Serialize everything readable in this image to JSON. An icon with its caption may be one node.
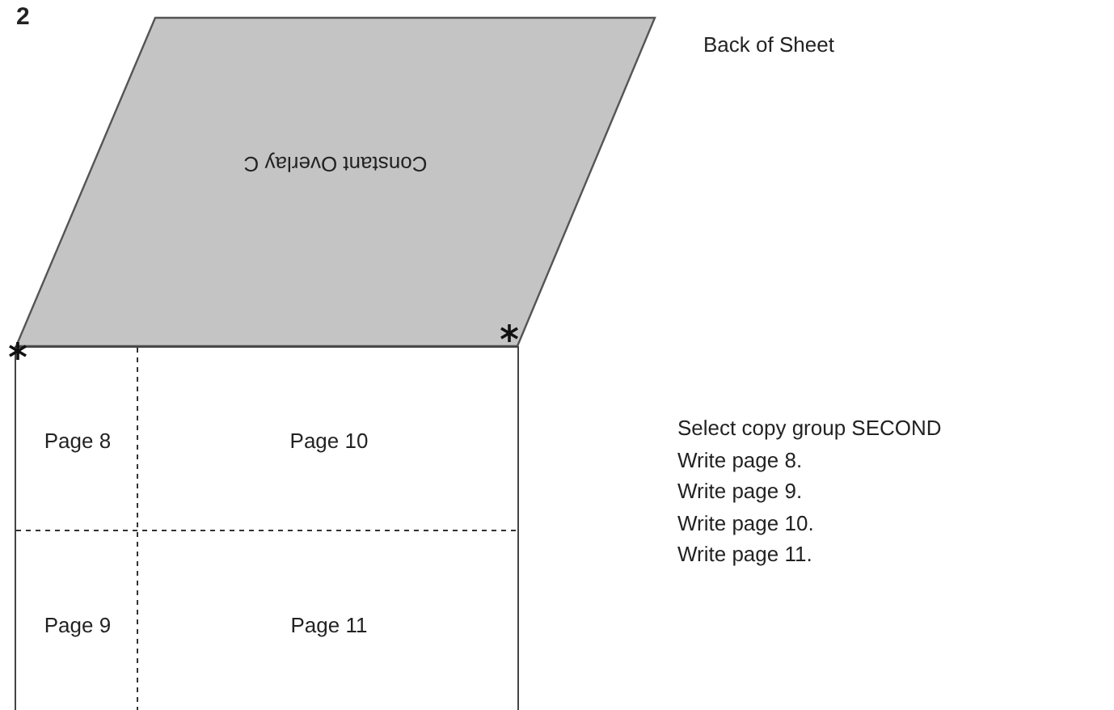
{
  "diagram": {
    "nodes": [
      {
        "text": [
          "Constant Overlay C"
        ]
      },
      {
        "text": [],
        "shape": "box"
      },
      {
        "text": [
          "Page 8"
        ],
        "in": 1
      },
      {
        "text": [
          "Page 10"
        ],
        "in": 1
      },
      {
        "text": [
          "Page 9"
        ],
        "in": 1
      },
      {
        "text": [
          "Page 11"
        ],
        "in": 1
      }
    ],
    "labels": [
      "2",
      "Back of Sheet",
      "Select copy group SECOND",
      "Write page 8.",
      "Write page 9.",
      "Write page 10.",
      "Write page 11."
    ]
  }
}
